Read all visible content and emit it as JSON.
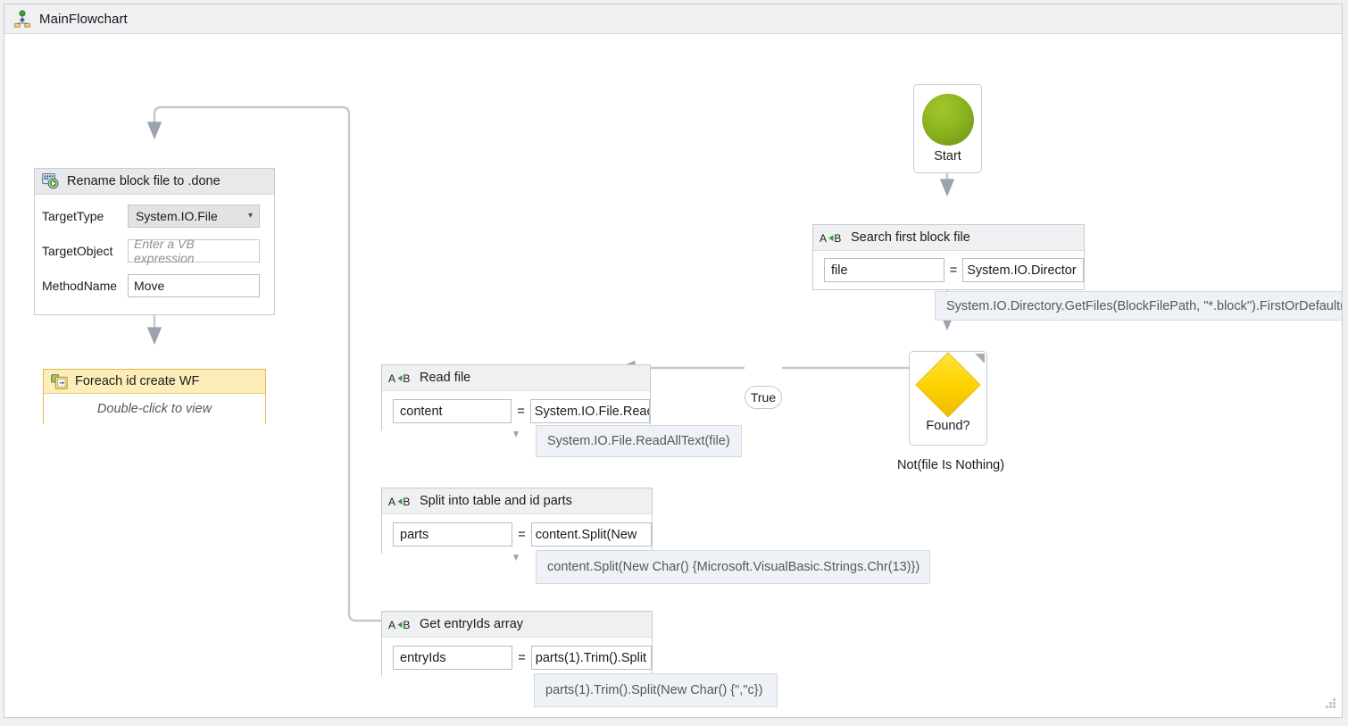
{
  "window": {
    "title": "MainFlowchart",
    "title_icon": "flowchart-icon"
  },
  "nodes": {
    "start": {
      "label": "Start",
      "icon": "green-circle-start-icon"
    },
    "search_assign": {
      "icon": "assign-ab-icon",
      "title": "Search first block file",
      "variable": "file",
      "operator": "=",
      "expression": "System.IO.Director",
      "tooltip": "System.IO.Directory.GetFiles(BlockFilePath, \"*.block\").FirstOrDefault()"
    },
    "decision": {
      "label": "Found?",
      "condition": "Not(file Is Nothing)",
      "icon": "yellow-diamond-icon",
      "corner_icon": "collapse-corner-icon"
    },
    "read_assign": {
      "icon": "assign-ab-icon",
      "title": "Read file",
      "variable": "content",
      "operator": "=",
      "expression": "System.IO.File.Reac",
      "tooltip": "System.IO.File.ReadAllText(file)"
    },
    "split_assign": {
      "icon": "assign-ab-icon",
      "title": "Split into table and id parts",
      "variable": "parts",
      "operator": "=",
      "expression": "content.Split(New ",
      "tooltip": "content.Split(New Char() {Microsoft.VisualBasic.Strings.Chr(13)})"
    },
    "entry_assign": {
      "icon": "assign-ab-icon",
      "title": "Get entryIds array",
      "variable": "entryIds",
      "operator": "=",
      "expression": "parts(1).Trim().Split",
      "tooltip": "parts(1).Trim().Split(New Char() {\",\"c})"
    },
    "rename_activity": {
      "icon": "invoke-method-icon",
      "title": "Rename block file to .done",
      "fields": [
        {
          "label": "TargetType",
          "kind": "combo",
          "value": "System.IO.File",
          "chevron": "chevron-down-icon"
        },
        {
          "label": "TargetObject",
          "kind": "input",
          "value": "",
          "placeholder": "Enter a VB expression"
        },
        {
          "label": "MethodName",
          "kind": "input",
          "value": "Move",
          "placeholder": ""
        }
      ]
    },
    "foreach_activity": {
      "icon": "foreach-workflow-icon",
      "title": "Foreach id create WF",
      "body": "Double-click to view"
    }
  },
  "edges": {
    "true_label": "True"
  },
  "colors": {
    "start_green": "#8cb421",
    "diamond_yellow": "#ffd400",
    "foreach_header": "#fdeeb9",
    "header_gray": "#eff0f2",
    "wire": "#b9c0cb"
  }
}
